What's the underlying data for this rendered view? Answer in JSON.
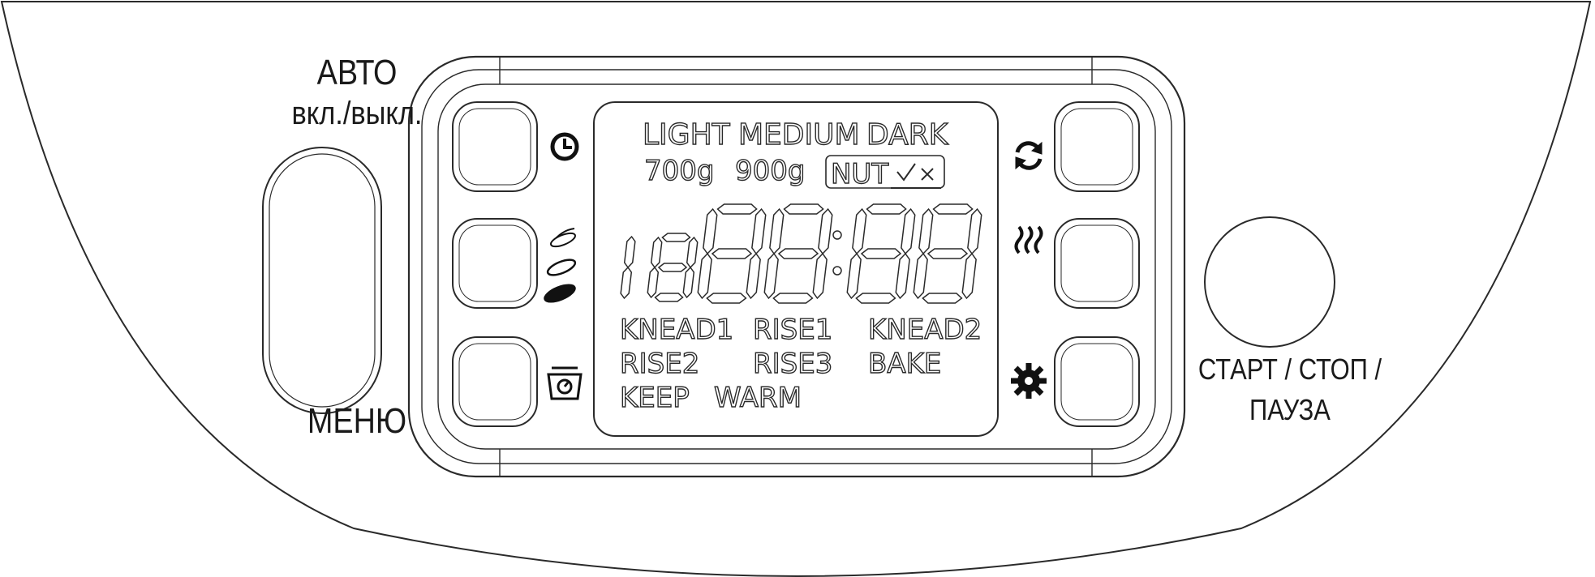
{
  "labels": {
    "auto": "АВТО",
    "auto_onoff": "вкл./выкл.",
    "menu": "МЕНЮ",
    "start_stop": "СТАРТ / СТОП /",
    "pause": "ПАУЗА"
  },
  "lcd": {
    "crust": [
      "LIGHT",
      "MEDIUM",
      "DARK"
    ],
    "weight": [
      "700g",
      "900g"
    ],
    "nut": "NUT",
    "stages_row1": [
      "KNEAD1",
      "RISE1",
      "KNEAD2"
    ],
    "stages_row2": [
      "RISE2",
      "RISE3",
      "BAKE"
    ],
    "stages_row3": [
      "KEEP",
      "WARM"
    ]
  },
  "icons": {
    "left": [
      "clock-icon",
      "crust-level-icon",
      "scale-icon"
    ],
    "right": [
      "refresh-icon",
      "heat-icon",
      "gear-icon"
    ]
  },
  "colors": {
    "line": "#2a2a2a",
    "fill": "#ffffff"
  }
}
